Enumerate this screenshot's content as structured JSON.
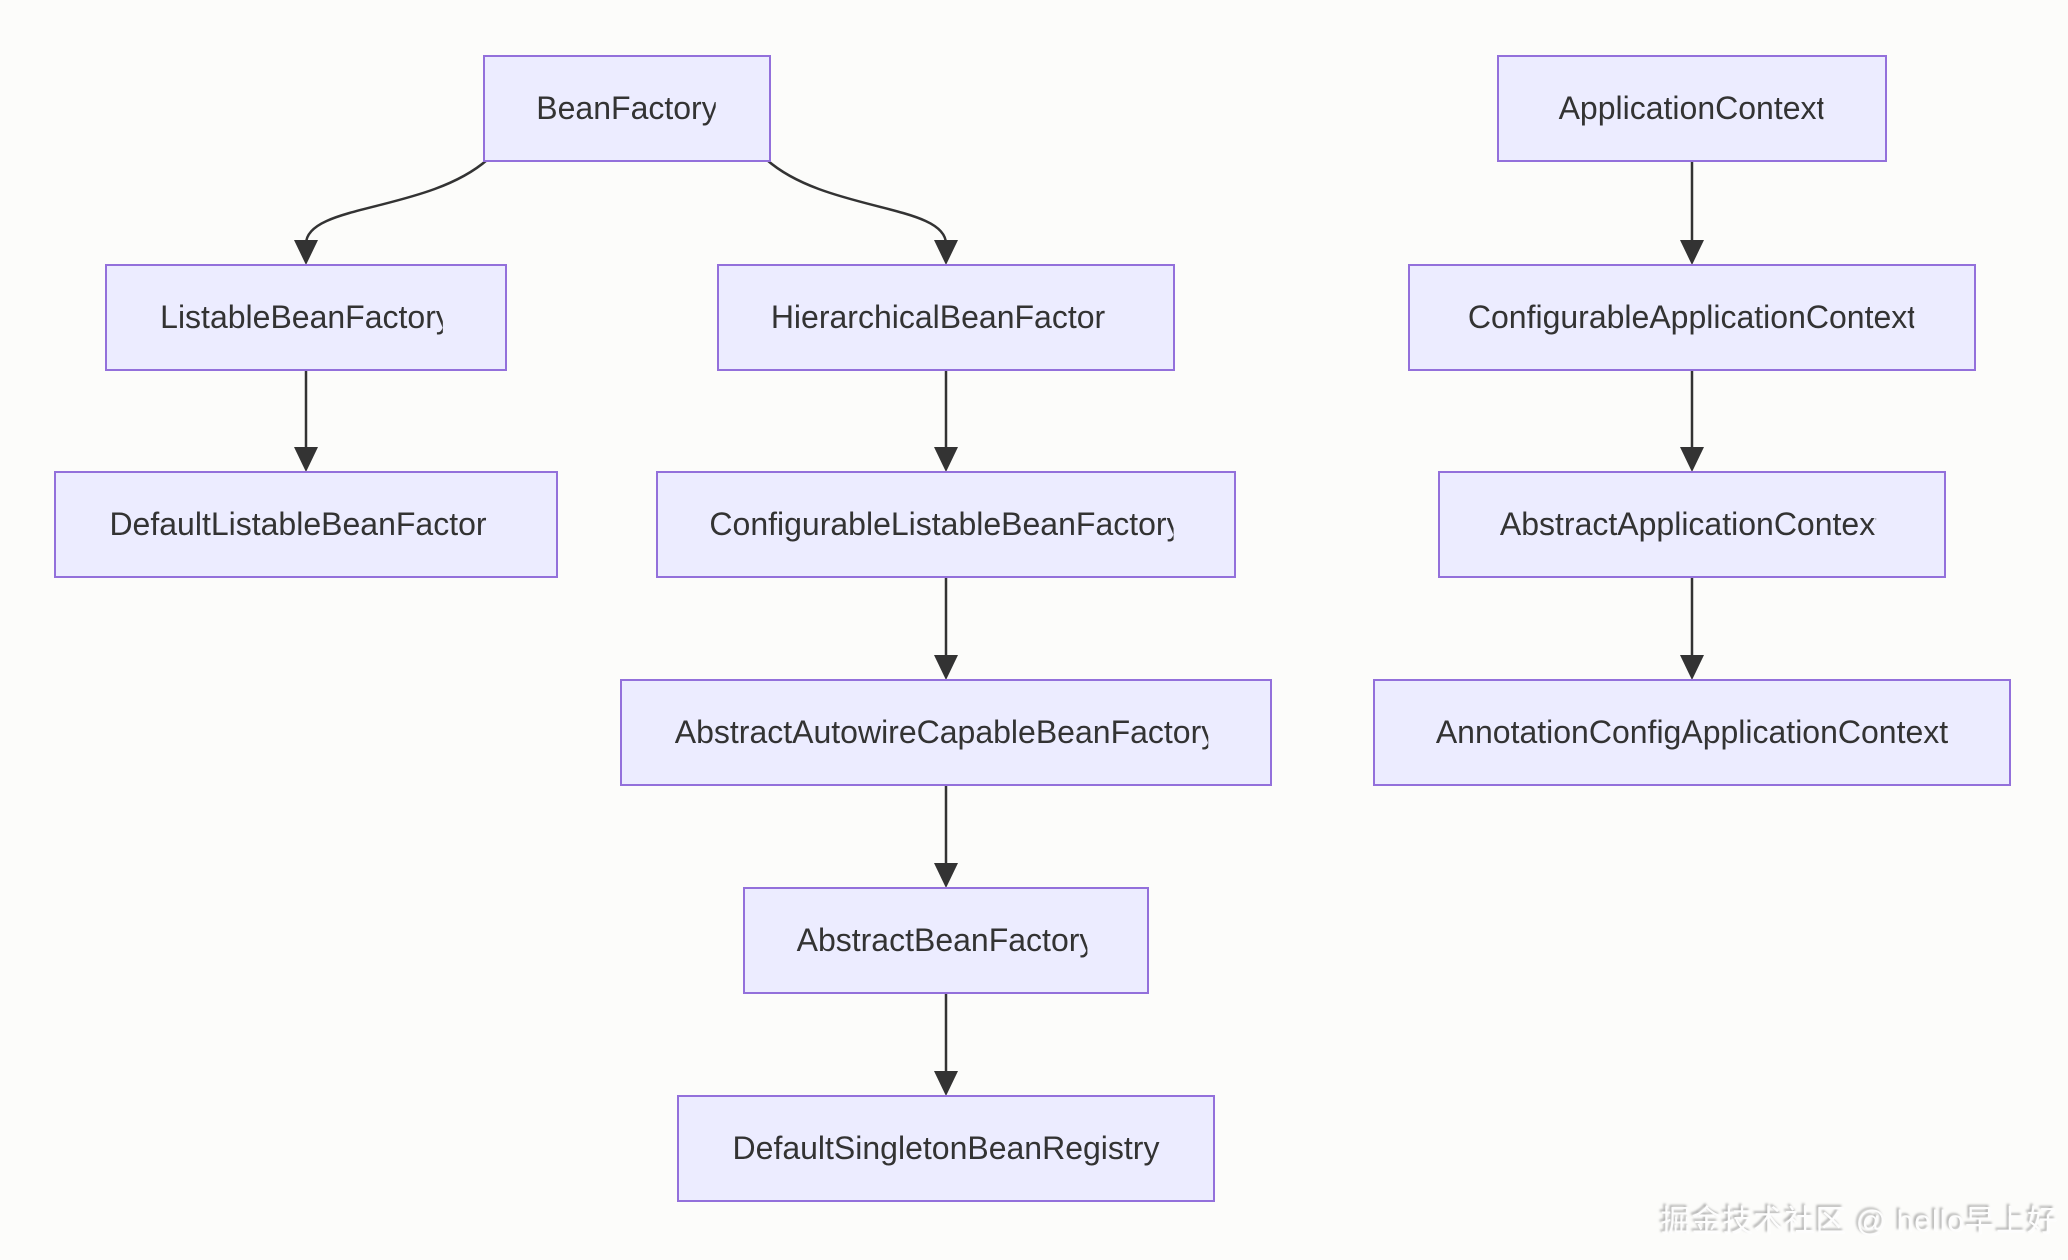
{
  "diagram": {
    "type": "flowchart",
    "direction": "top-down",
    "nodes": [
      {
        "id": "BeanFactory",
        "label": "BeanFactory"
      },
      {
        "id": "ListableBeanFactory",
        "label": "ListableBeanFactory"
      },
      {
        "id": "HierarchicalBeanFactory",
        "label": "HierarchicalBeanFactory"
      },
      {
        "id": "DefaultListableBeanFactory",
        "label": "DefaultListableBeanFactory"
      },
      {
        "id": "ConfigurableListableBeanFactory",
        "label": "ConfigurableListableBeanFactory"
      },
      {
        "id": "AbstractAutowireCapableBeanFactory",
        "label": "AbstractAutowireCapableBeanFactory"
      },
      {
        "id": "AbstractBeanFactory",
        "label": "AbstractBeanFactory"
      },
      {
        "id": "DefaultSingletonBeanRegistry",
        "label": "DefaultSingletonBeanRegistry"
      },
      {
        "id": "ApplicationContext",
        "label": "ApplicationContext"
      },
      {
        "id": "ConfigurableApplicationContext",
        "label": "ConfigurableApplicationContext"
      },
      {
        "id": "AbstractApplicationContext",
        "label": "AbstractApplicationContext"
      },
      {
        "id": "AnnotationConfigApplicationContext",
        "label": "AnnotationConfigApplicationContext"
      }
    ],
    "edges": [
      {
        "from": "BeanFactory",
        "to": "ListableBeanFactory"
      },
      {
        "from": "BeanFactory",
        "to": "HierarchicalBeanFactory"
      },
      {
        "from": "ListableBeanFactory",
        "to": "DefaultListableBeanFactory"
      },
      {
        "from": "HierarchicalBeanFactory",
        "to": "ConfigurableListableBeanFactory"
      },
      {
        "from": "ConfigurableListableBeanFactory",
        "to": "AbstractAutowireCapableBeanFactory"
      },
      {
        "from": "AbstractAutowireCapableBeanFactory",
        "to": "AbstractBeanFactory"
      },
      {
        "from": "AbstractBeanFactory",
        "to": "DefaultSingletonBeanRegistry"
      },
      {
        "from": "ApplicationContext",
        "to": "ConfigurableApplicationContext"
      },
      {
        "from": "ConfigurableApplicationContext",
        "to": "AbstractApplicationContext"
      },
      {
        "from": "AbstractApplicationContext",
        "to": "AnnotationConfigApplicationContext"
      }
    ],
    "colors": {
      "node_fill": "#ECECFF",
      "node_border": "#9370DB",
      "edge": "#333333",
      "text": "#333333",
      "background": "#FCFCFA"
    }
  },
  "watermark": {
    "text": "掘金技术社区 @ hello早上好"
  }
}
